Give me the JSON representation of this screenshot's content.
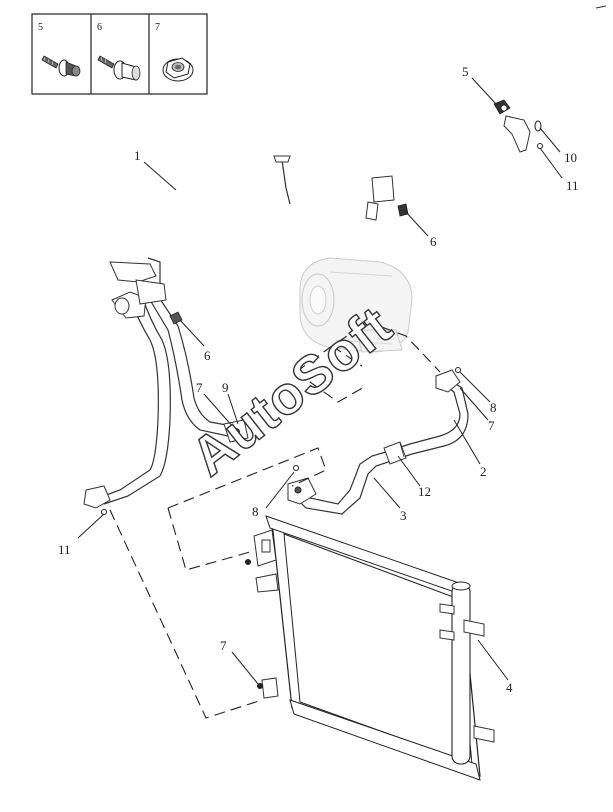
{
  "legend_boxes": [
    {
      "number": "5",
      "icon": "bolt-with-washer-icon"
    },
    {
      "number": "6",
      "icon": "flanged-bolt-icon"
    },
    {
      "number": "7",
      "icon": "flange-nut-icon"
    }
  ],
  "callouts": {
    "c1": "1",
    "c2": "2",
    "c3": "3",
    "c4": "4",
    "c5": "5",
    "c6a": "6",
    "c6b": "6",
    "c7a": "7",
    "c7b": "7",
    "c7c": "7",
    "c8a": "8",
    "c8b": "8",
    "c9": "9",
    "c10": "10",
    "c11a": "11",
    "c11b": "11",
    "c12": "12"
  },
  "watermark": "AutoSoft"
}
